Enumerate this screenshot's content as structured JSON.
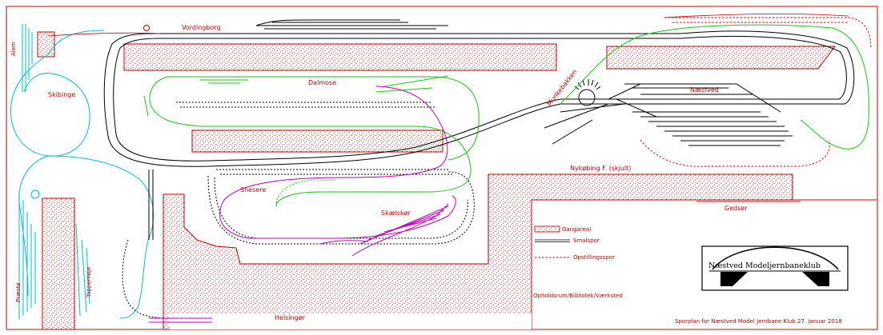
{
  "colors": {
    "border": "#d40000",
    "walkway": "#c40000",
    "mainline": "#000000",
    "cyan_track": "#00bcd4",
    "green_track": "#14c814",
    "magenta_track": "#c000c0",
    "label": "#c00000"
  },
  "stations": {
    "vordingborg": "Vordingborg",
    "alem": "Alem",
    "skibinge": "Skibinge",
    "dalmose": "Dalmose",
    "munkebakken": "Munkebakken",
    "naestved": "Næstved",
    "nykobing": "Nykøbing F. (skjult)",
    "snesere": "Snesere",
    "skaelskor": "Skælskør",
    "gedser": "Gedser",
    "praesto": "Præstø",
    "tappernoje": "Tappernøje",
    "helsingor": "Helsingør"
  },
  "legend": {
    "walkway": "Gangareal",
    "narrow_gauge": "Smalspor",
    "storage_track": "Opstillingsspor"
  },
  "room_label": "Opholdsrum/Bibliotek/Værksted",
  "club_logo_text": "Næstved Modeljernbaneklub",
  "footer_caption": "Sporplan for Næstved Model Jernbane Klub 27. januar 2018"
}
